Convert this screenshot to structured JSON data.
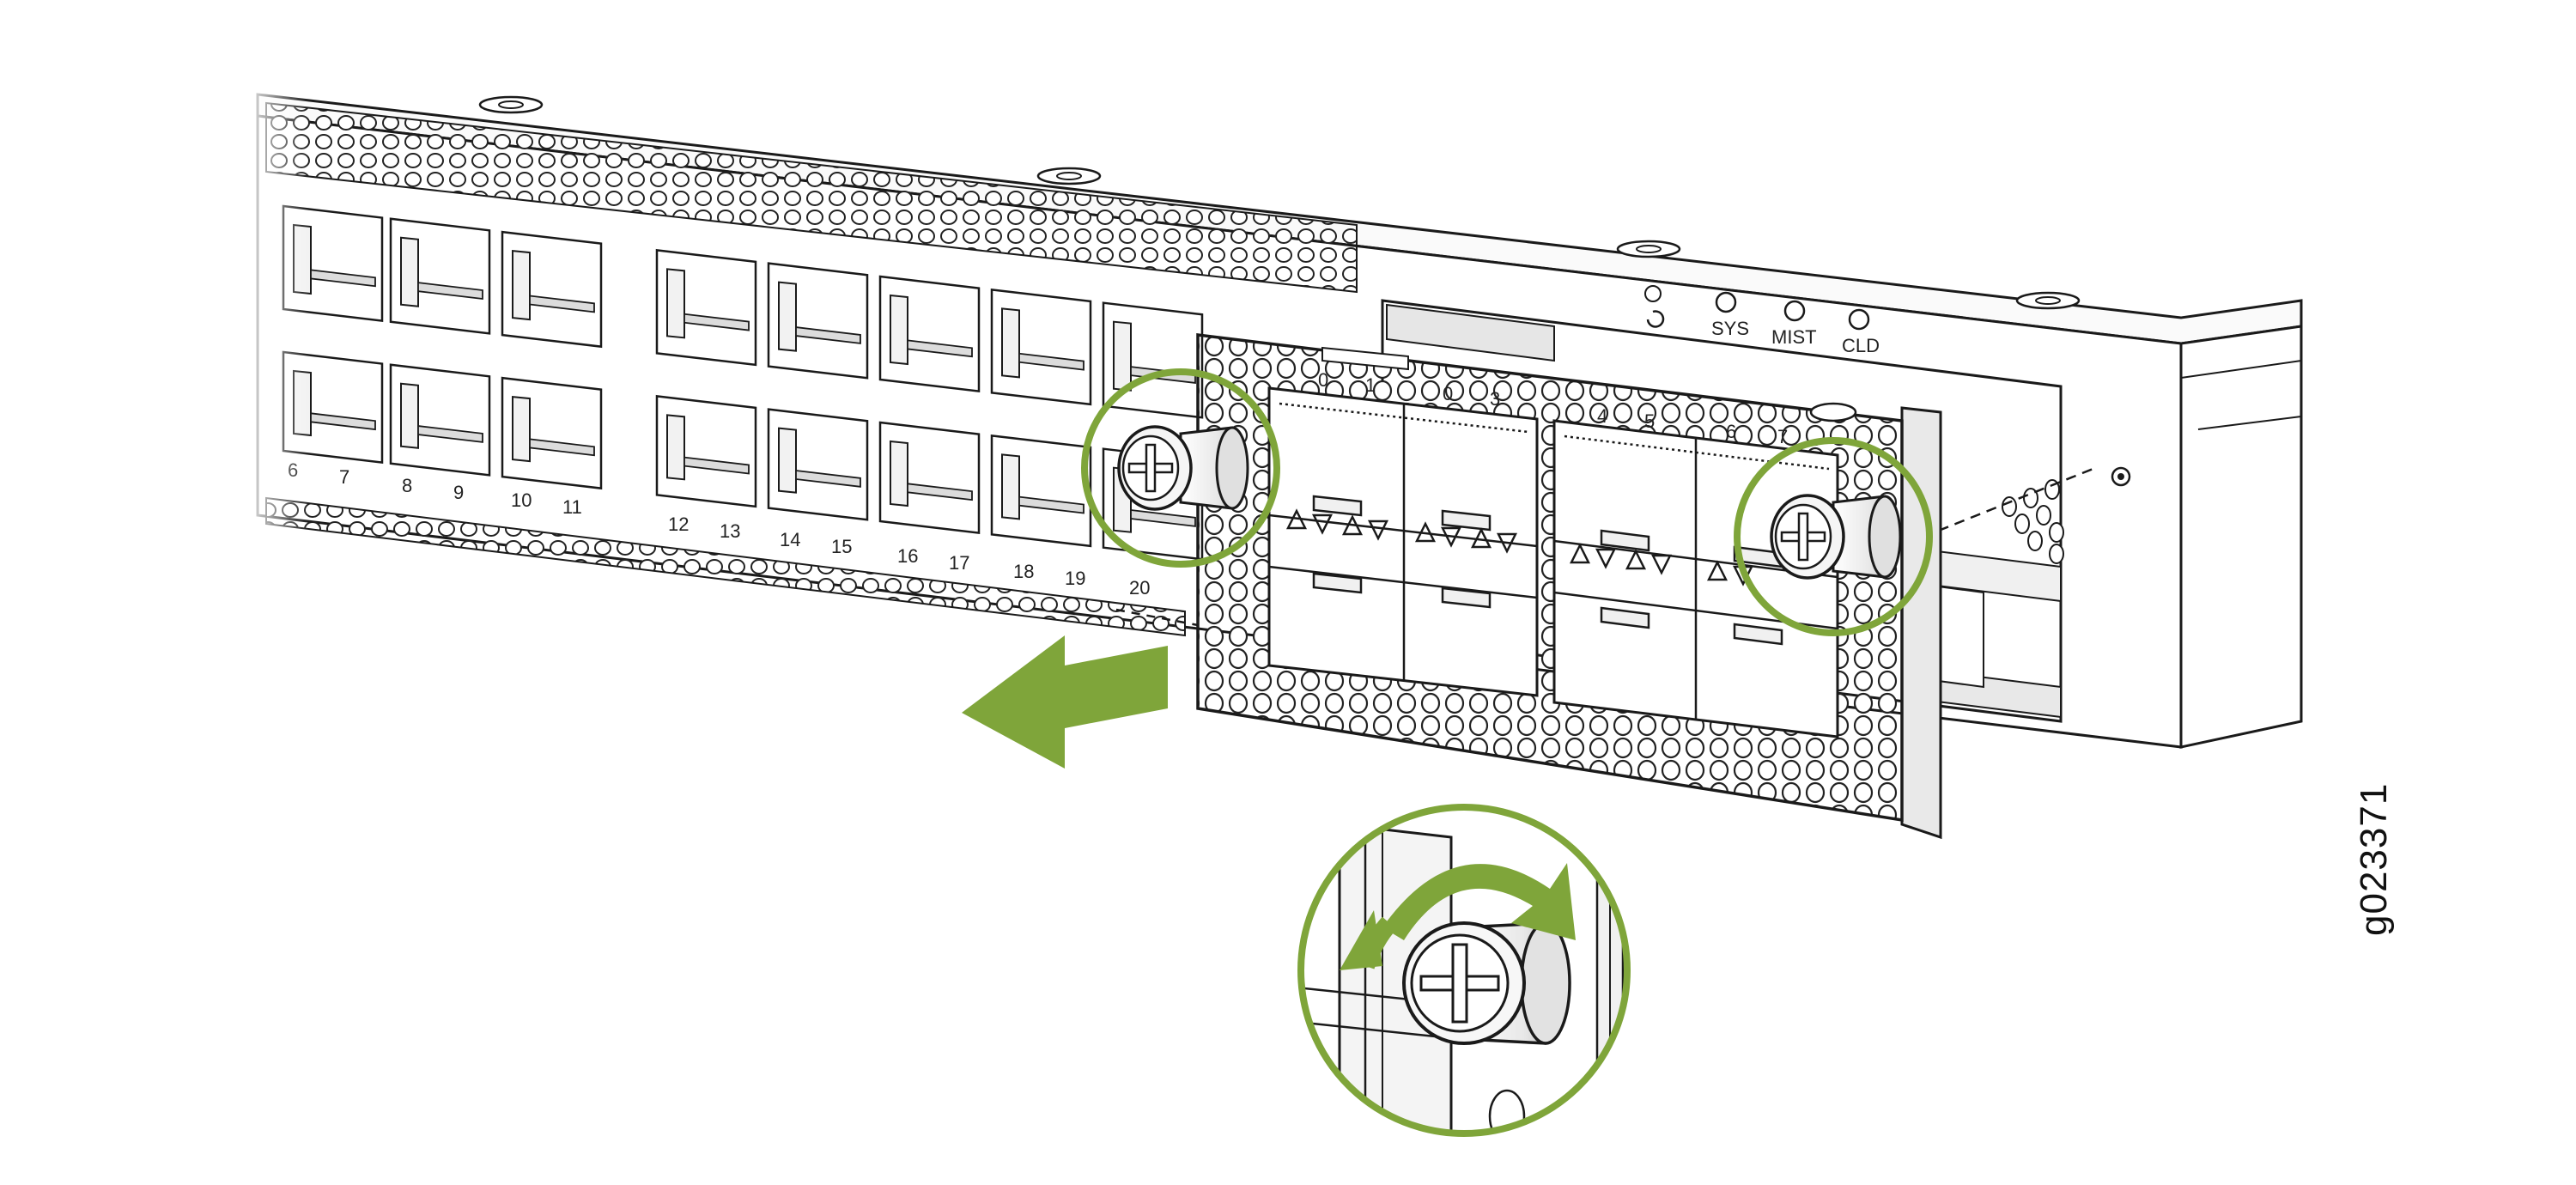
{
  "figure_id": "g023371",
  "led_labels": [
    "SYS",
    "MIST",
    "CLD"
  ],
  "port_labels_lower_row": [
    "6",
    "7",
    "8",
    "9",
    "10",
    "11",
    "12",
    "13",
    "14",
    "15",
    "16",
    "17",
    "18",
    "19",
    "20"
  ],
  "module_port_labels": [
    "0",
    "1",
    "0",
    "3",
    "4",
    "5",
    "6",
    "7"
  ],
  "colors": {
    "accent_green": "#7fa53a",
    "line": "#1a1a1a",
    "metal_light": "#f2f2f2",
    "metal_mid": "#d9d9d9"
  },
  "icons": {
    "removal_arrow": "arrow-left-icon",
    "rotation_arrow": "rotate-ccw-icon",
    "screw": "captive-screw-icon"
  }
}
